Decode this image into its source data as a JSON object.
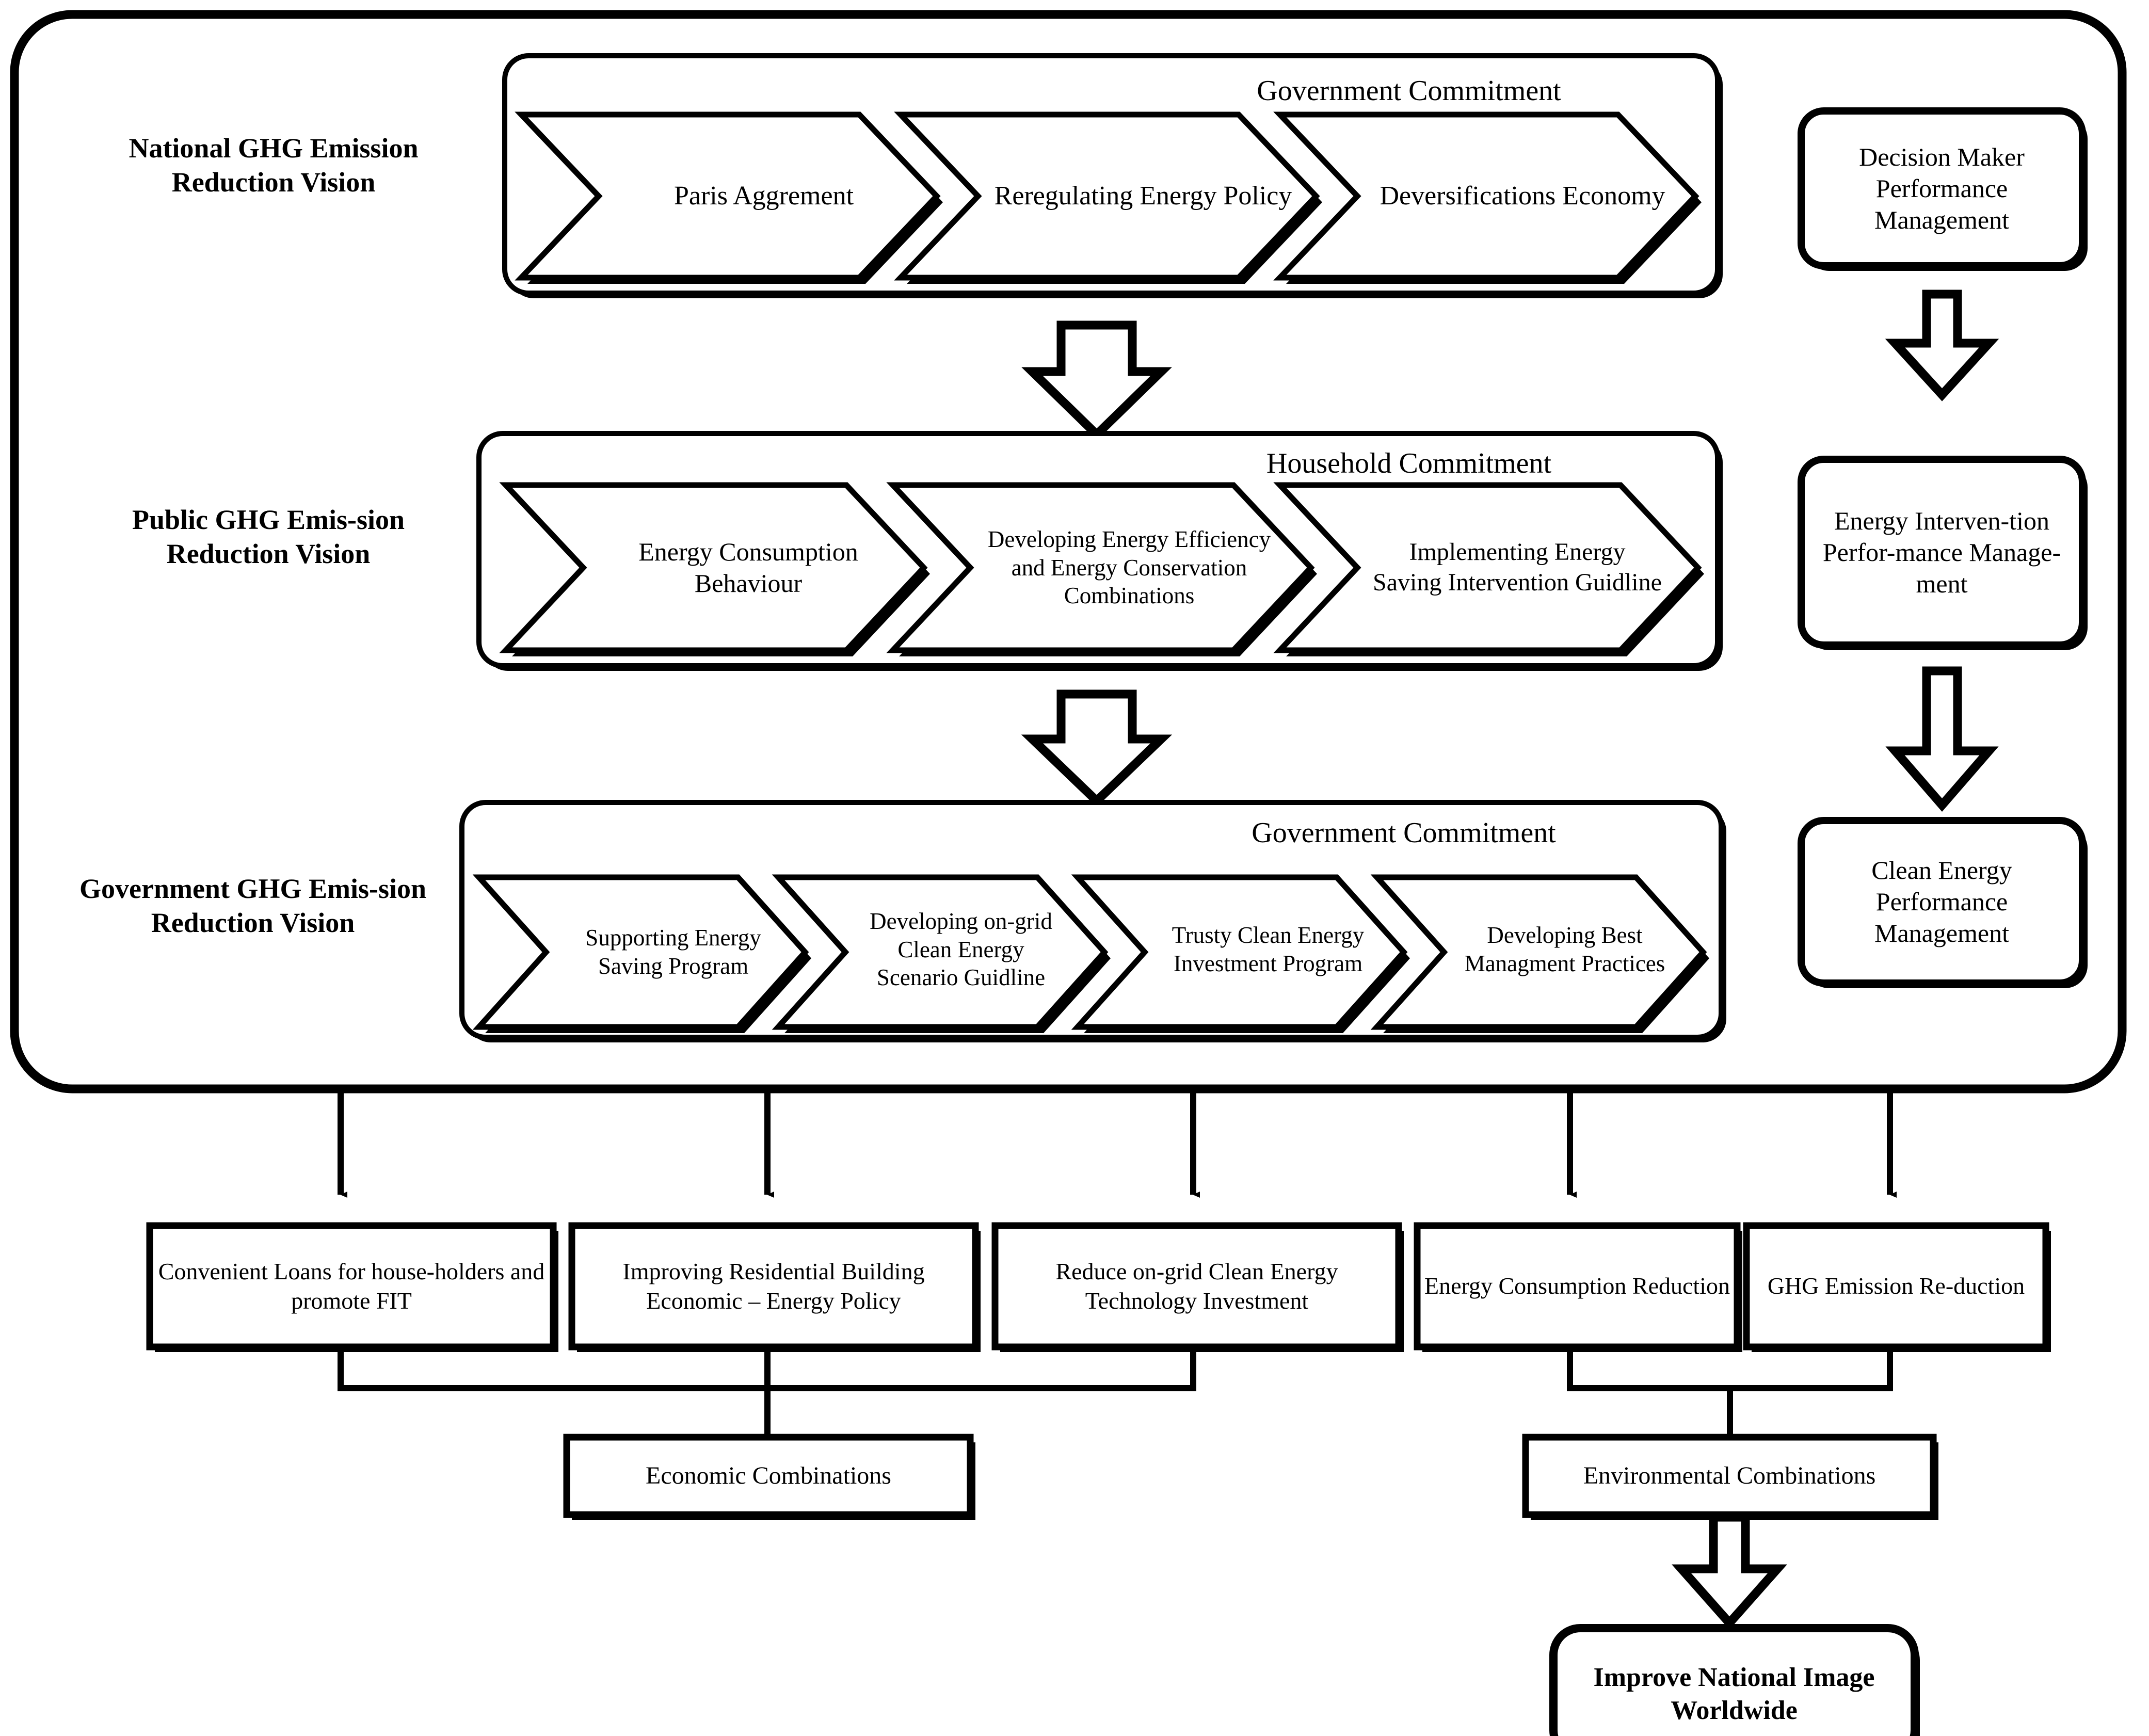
{
  "diagram": {
    "title": "National GHG Emission Reduction Framework",
    "colors": {
      "stroke": "#000000",
      "fill": "#ffffff",
      "shadow": "#000000"
    },
    "row_labels": [
      {
        "id": "row-label-national",
        "text": "National GHG Emission Reduction Vision"
      },
      {
        "id": "row-label-public",
        "text": "Public GHG Emis-sion Reduction Vision"
      },
      {
        "id": "row-label-government",
        "text": "Government GHG Emis-sion Reduction Vision"
      }
    ],
    "panels": [
      {
        "id": "panel-national",
        "caption": "Government Commitment",
        "steps": [
          {
            "id": "chevron-paris-aggrement",
            "text": "Paris Aggrement"
          },
          {
            "id": "chevron-reregulating-energy-policy",
            "text": "Reregulating Energy Policy"
          },
          {
            "id": "chevron-deversifications-economy",
            "text": "Deversifications Economy"
          }
        ]
      },
      {
        "id": "panel-public",
        "caption": "Household Commitment",
        "steps": [
          {
            "id": "chevron-energy-consumption-behaviour",
            "text": "Energy Consumption Behaviour"
          },
          {
            "id": "chevron-developing-energy-efficiency",
            "text": "Developing Energy Efficiency and Energy Conservation Combinations"
          },
          {
            "id": "chevron-implementing-energy-saving",
            "text": "Implementing Energy Saving Intervention Guidline"
          }
        ]
      },
      {
        "id": "panel-government",
        "caption": "Government Commitment",
        "steps": [
          {
            "id": "chevron-supporting-energy-saving-program",
            "text": "Supporting Energy Saving Program"
          },
          {
            "id": "chevron-developing-on-grid-clean-energy",
            "text": "Developing on-grid Clean Energy Scenario Guidline"
          },
          {
            "id": "chevron-trusty-clean-energy-investment",
            "text": "Trusty Clean Energy Investment Program"
          },
          {
            "id": "chevron-developing-best-managment-practices",
            "text": "Developing Best Managment Practices"
          }
        ]
      }
    ],
    "side_column": [
      {
        "id": "side-box-decision-maker",
        "text": "Decision Maker Performance Management"
      },
      {
        "id": "side-box-energy-intervention",
        "text": "Energy Interven-tion Perfor-mance Manage-ment"
      },
      {
        "id": "side-box-clean-energy",
        "text": "Clean Energy Performance Management"
      }
    ],
    "outcomes": [
      {
        "id": "outcome-convenient-loans",
        "text": "Convenient Loans for house-holders and promote FIT"
      },
      {
        "id": "outcome-improving-residential",
        "text": "Improving Residential Building Economic – Energy Policy"
      },
      {
        "id": "outcome-reduce-on-grid",
        "text": "Reduce on-grid Clean Energy Technology Investment"
      },
      {
        "id": "outcome-energy-consumption-reduction",
        "text": "Energy Consumption Reduction"
      },
      {
        "id": "outcome-ghg-emission-reduction",
        "text": "GHG Emission Re-duction"
      }
    ],
    "combinations": [
      {
        "id": "combination-economic",
        "text": "Economic Combinations"
      },
      {
        "id": "combination-environmental",
        "text": "Environmental Combinations"
      }
    ],
    "final_goal": {
      "id": "final-goal-box",
      "text": "Improve National Image Worldwide"
    }
  }
}
